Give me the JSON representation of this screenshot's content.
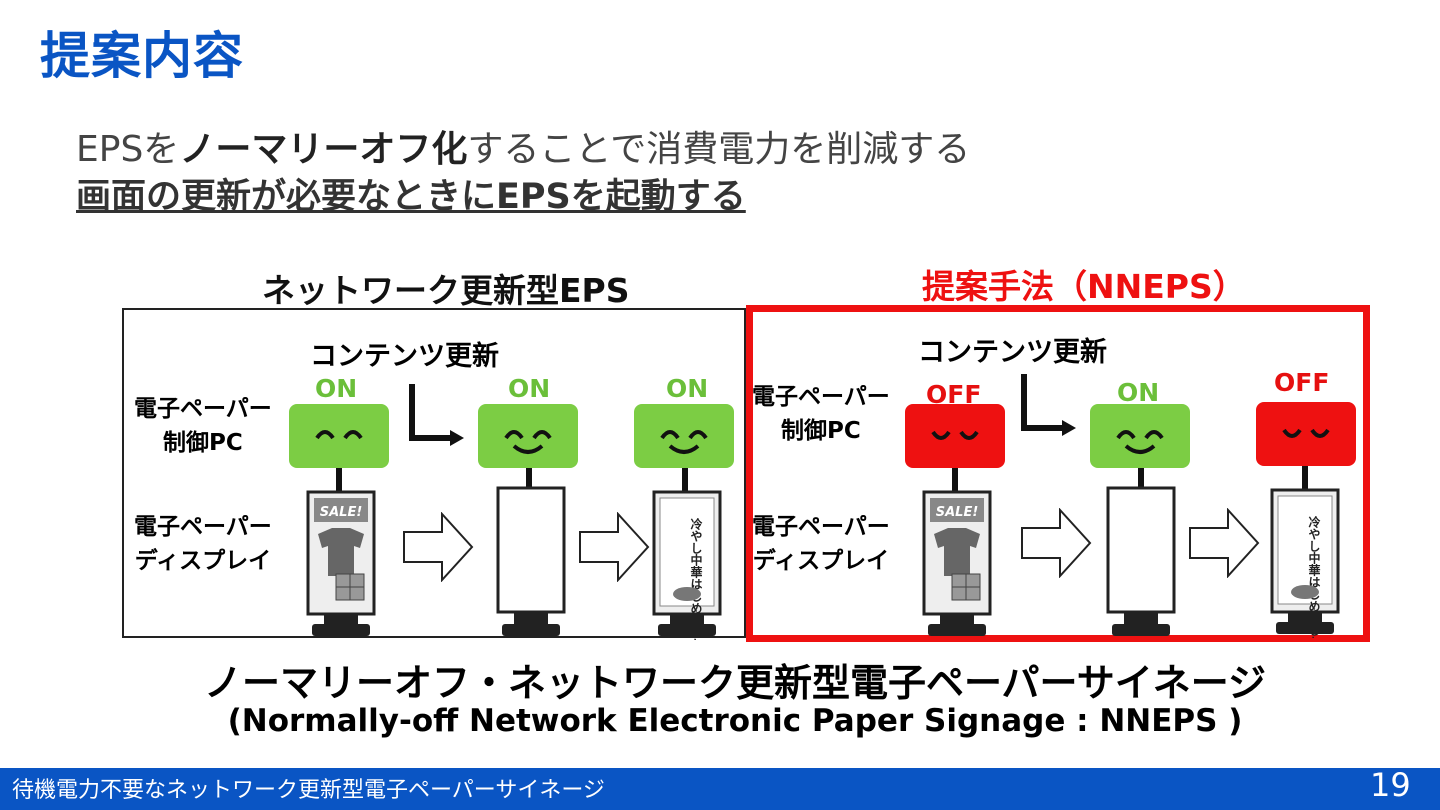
{
  "slide": {
    "title": "提案内容",
    "lead_line1_prefix": "EPSを",
    "lead_line1_bold": "ノーマリーオフ化",
    "lead_line1_suffix": "することで消費電力を削減する",
    "lead_line2": "画面の更新が必要なときにEPSを起動する"
  },
  "left_section": {
    "title": "ネットワーク更新型EPS",
    "content_update_label": "コンテンツ更新",
    "pc_label_line1": "電子ペーパー",
    "pc_label_line2": "制御PC",
    "display_label_line1": "電子ペーパー",
    "display_label_line2": "ディスプレイ",
    "states": [
      "ON",
      "ON",
      "ON"
    ]
  },
  "right_section": {
    "title": "提案手法（NNEPS）",
    "content_update_label": "コンテンツ更新",
    "pc_label_line1": "電子ペーパー",
    "pc_label_line2": "制御PC",
    "display_label_line1": "電子ペーパー",
    "display_label_line2": "ディスプレイ",
    "states": [
      "OFF",
      "ON",
      "OFF"
    ]
  },
  "signage": {
    "sale_text": "SALE!",
    "menu_text": "冷やし中華はじめました"
  },
  "footer": {
    "name_jp": "ノーマリーオフ・ネットワーク更新型電子ペーパーサイネージ",
    "name_en": "(Normally-off Network Electronic Paper Signage : NNEPS )"
  },
  "bottom_bar": {
    "text": "待機電力不要なネットワーク更新型電子ペーパーサイネージ",
    "page_number": "19"
  },
  "colors": {
    "title_blue": "#0a55c4",
    "on_green": "#7ccd44",
    "off_red": "#ee1111"
  }
}
